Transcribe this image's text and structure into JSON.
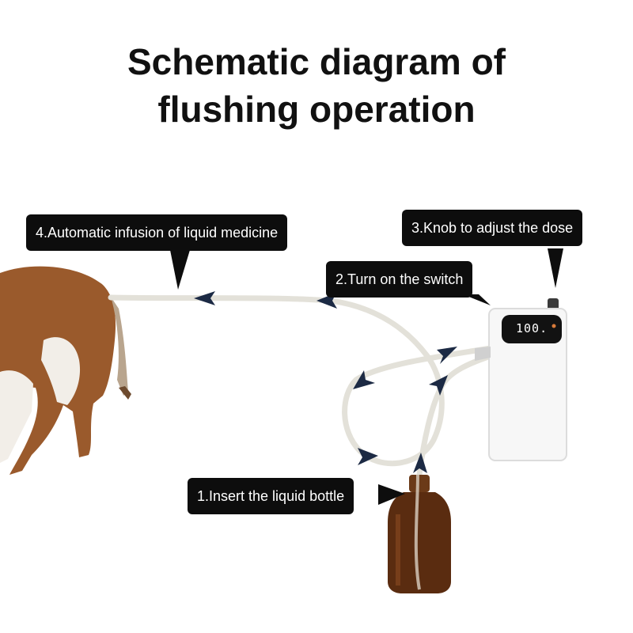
{
  "title": {
    "line1": "Schematic diagram of",
    "line2": "flushing operation"
  },
  "steps": [
    {
      "label": "1.Insert the liquid bottle"
    },
    {
      "label": "2.Turn on the switch"
    },
    {
      "label": "3.Knob to adjust the dose"
    },
    {
      "label": "4.Automatic infusion of liquid medicine"
    }
  ],
  "device": {
    "display_value": "100."
  },
  "colors": {
    "callout_bg": "#0d0d0d",
    "arrow": "#1c2a44",
    "tube": "#e8e6df",
    "cow_brown": "#9a5a2c",
    "bottle": "#5a2c10",
    "device_body": "#f7f7f7"
  }
}
